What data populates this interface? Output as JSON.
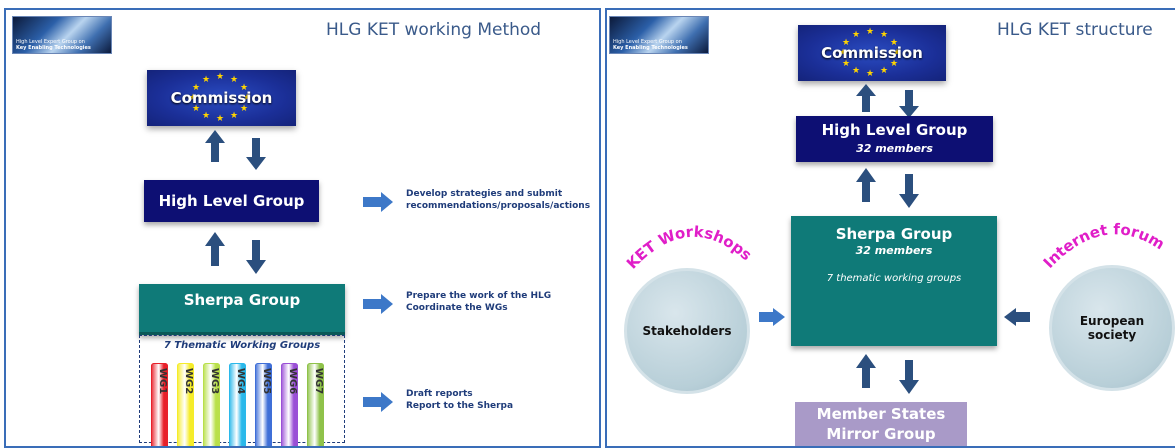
{
  "left_panel": {
    "title": "HLG KET working Method",
    "logo": {
      "line1": "High Level Expert Group on",
      "line2": "Key Enabling Technologies"
    },
    "commission_label": "Commission",
    "high_level_group_label": "High Level Group",
    "sherpa_group_label": "Sherpa Group",
    "thematic_wg_title": "7 Thematic Working Groups",
    "working_groups": [
      {
        "label": "WG1",
        "color": "#e8202a"
      },
      {
        "label": "WG2",
        "color": "#f5ec2a"
      },
      {
        "label": "WG3",
        "color": "#b9e04a"
      },
      {
        "label": "WG4",
        "color": "#2ab8ea"
      },
      {
        "label": "WG5",
        "color": "#3f6fd8"
      },
      {
        "label": "WG6",
        "color": "#9a4fd6"
      },
      {
        "label": "WG7",
        "color": "#8fc24a"
      }
    ],
    "notes": {
      "hlg_line1": "Develop strategies  and submit",
      "hlg_line2": "recommendations/proposals/actions",
      "sherpa_line1": "Prepare the work of the HLG",
      "sherpa_line2": "Coordinate the WGs",
      "wg_line1": "Draft reports",
      "wg_line2": "Report to the Sherpa"
    }
  },
  "right_panel": {
    "title": "HLG KET structure",
    "logo": {
      "line1": "High Level Expert Group on",
      "line2": "Key Enabling Technologies"
    },
    "commission_label": "Commission",
    "high_level_group": {
      "label": "High Level Group",
      "members": "32 members"
    },
    "sherpa_group": {
      "label": "Sherpa Group",
      "members": "32 members",
      "thematic": "7 thematic working groups"
    },
    "member_states": {
      "line1": "Member States",
      "line2": "Mirror Group"
    },
    "workshops": {
      "arc_text": "KET Workshops",
      "circle_label": "Stakeholders"
    },
    "forum": {
      "arc_text": "Internet forum",
      "circle_line1": "European",
      "circle_line2": "society"
    }
  },
  "colors": {
    "border": "#3a6db8",
    "navy_box": "#0d0f73",
    "teal_box": "#0f7a78",
    "arrow_blue": "#3d78c8",
    "arrow_dark": "#2b4f7e",
    "arc_text": "#e01ec8",
    "mirror_group": "#a99ac8"
  }
}
